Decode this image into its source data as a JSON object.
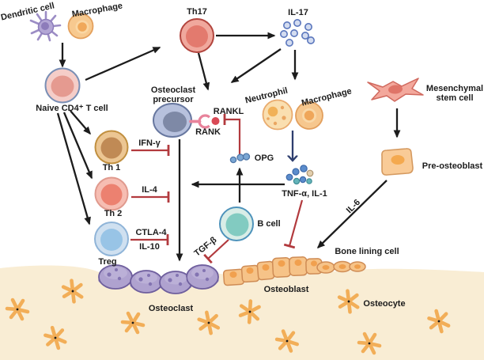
{
  "diagram": {
    "colors": {
      "background": "#ffffff",
      "ink": "#1c1c1c",
      "arrow": "#1c1c1c",
      "inhibit": "#b23a3e",
      "navy_arrow": "#2e3e6e",
      "bone": "#f9edd4"
    },
    "labels": {
      "dendritic_cell": "Dendritic cell",
      "macrophage_top": "Macrophage",
      "naive_cd4": "Naive CD4⁺ T cell",
      "th17": "Th17",
      "il17": "IL-17",
      "osteoclast_precursor": "Osteoclast precursor",
      "rankl": "RANKL",
      "rank": "RANK",
      "neutrophil": "Neutrophil",
      "macrophage_mid": "Macrophage",
      "opg": "OPG",
      "tnf_il1": "TNF-α, IL-1",
      "mesenchymal_stem_cell": "Mesenchymal stem cell",
      "pre_osteoblast": "Pre-osteoblast",
      "th1": "Th 1",
      "ifn_gamma": "IFN-γ",
      "th2": "Th 2",
      "il4": "IL-4",
      "treg": "Treg",
      "ctla4": "CTLA-4",
      "il10": "IL-10",
      "b_cell": "B cell",
      "tgf_beta": "TGF-β",
      "il6": "IL-6",
      "bone_lining_cell": "Bone lining cell",
      "osteoblast": "Osteoblast",
      "osteocyte": "Osteocyte",
      "osteoclast": "Osteoclast"
    }
  }
}
